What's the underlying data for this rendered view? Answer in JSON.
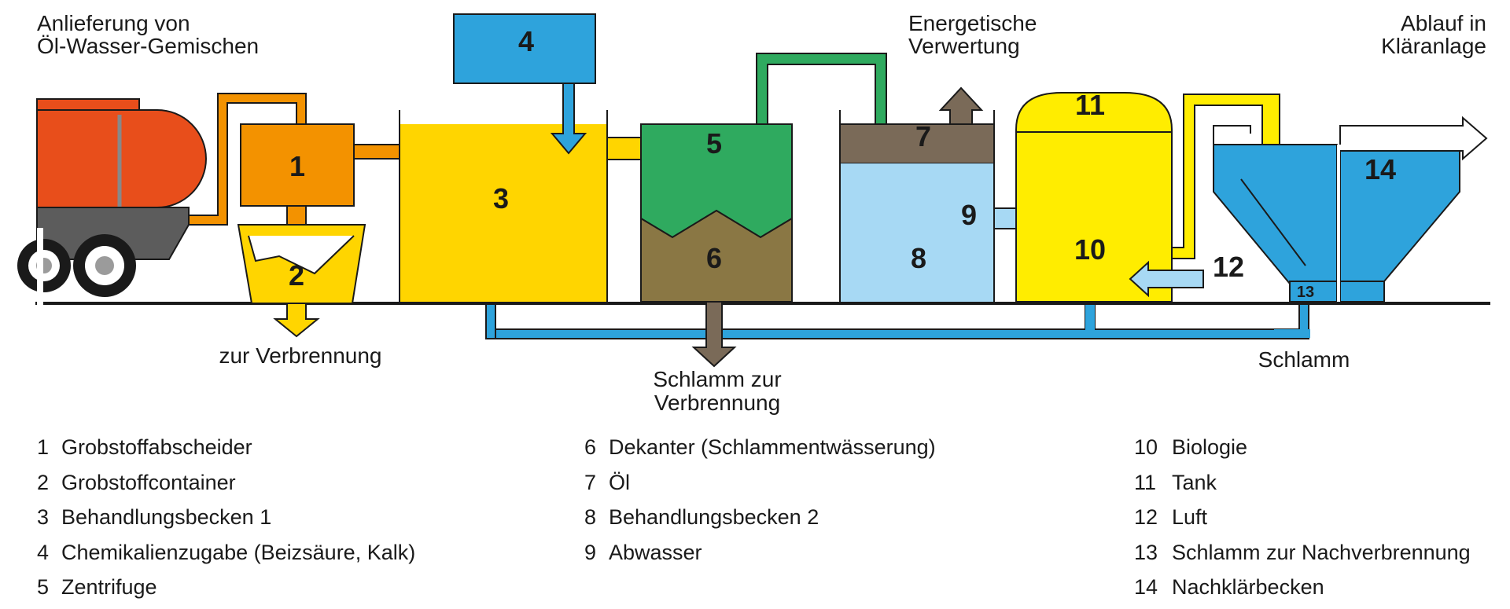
{
  "colors": {
    "orange": "#F39200",
    "truck_red": "#E84E1B",
    "yellow": "#FFD500",
    "yellow_bright": "#FFED00",
    "blue": "#2EA3DC",
    "light_blue": "#A7D9F4",
    "green": "#2FAA5F",
    "brown": "#8A7744",
    "dark_brown": "#7A6A58",
    "grey": "#5C5C5C"
  },
  "labels": {
    "delivery_line1": "Anlieferung von",
    "delivery_line2": "Öl-Wasser-Gemischen",
    "energy_line1": "Energetische",
    "energy_line2": "Verwertung",
    "outflow_line1": "Ablauf in",
    "outflow_line2": "Kläranlage",
    "incineration": "zur Verbrennung",
    "sludge_incin_line1": "Schlamm zur",
    "sludge_incin_line2": "Verbrennung",
    "sludge": "Schlamm"
  },
  "numbers": [
    "1",
    "2",
    "3",
    "4",
    "5",
    "6",
    "7",
    "8",
    "9",
    "10",
    "11",
    "12",
    "13",
    "14"
  ],
  "legend": {
    "col1": [
      {
        "n": "1",
        "t": "Grobstoffabscheider"
      },
      {
        "n": "2",
        "t": "Grobstoffcontainer"
      },
      {
        "n": "3",
        "t": "Behandlungsbecken 1"
      },
      {
        "n": "4",
        "t": "Chemikalienzugabe (Beizsäure, Kalk)"
      },
      {
        "n": "5",
        "t": "Zentrifuge"
      }
    ],
    "col2": [
      {
        "n": "6",
        "t": "Dekanter (Schlammentwässerung)"
      },
      {
        "n": "7",
        "t": "Öl"
      },
      {
        "n": "8",
        "t": "Behandlungsbecken 2"
      },
      {
        "n": "9",
        "t": "Abwasser"
      }
    ],
    "col3": [
      {
        "n": "10",
        "t": "Biologie"
      },
      {
        "n": "11",
        "t": "Tank"
      },
      {
        "n": "12",
        "t": "Luft"
      },
      {
        "n": "13",
        "t": "Schlamm zur Nachverbrennung"
      },
      {
        "n": "14",
        "t": "Nachklärbecken"
      }
    ]
  }
}
